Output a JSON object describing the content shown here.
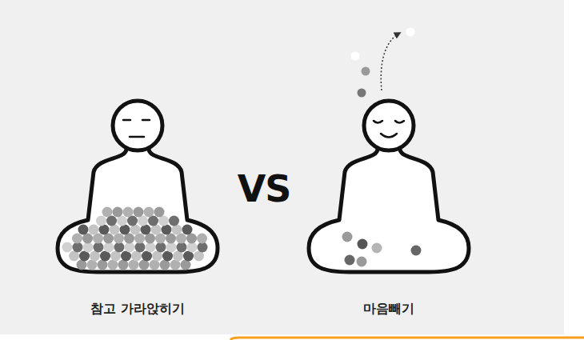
{
  "diagram": {
    "labels": [
      "참고 가라앉히기",
      "VS",
      "마음빼기"
    ]
  }
}
